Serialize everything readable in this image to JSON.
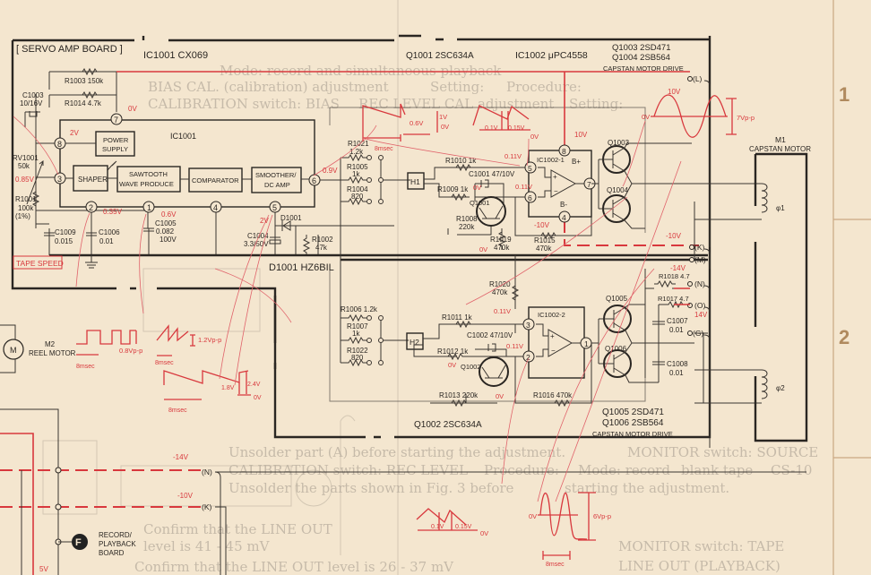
{
  "title": "[ SERVO AMP BOARD ]",
  "parts": {
    "ic1001": "IC1001 CX069",
    "q1001": "Q1001 2SC634A",
    "ic1002": "IC1002 μPC4558",
    "q1003": "Q1003 2SD471",
    "q1004": "Q1004 2SB564",
    "drive_top": "CAPSTAN MOTOR DRIVE",
    "q1002": "Q1002 2SC634A",
    "q1005": "Q1005 2SD471",
    "q1006": "Q1006 2SB564",
    "drive_bottom": "CAPSTAN MOTOR DRIVE",
    "d1001": "D1001 HZ6BIL"
  },
  "ic1001": {
    "label": "IC1001",
    "power": [
      "POWER",
      "SUPPLY"
    ],
    "shaper": "SHAPER",
    "sawtooth": [
      "SAWTOOTH",
      "WAVE  PRODUCE"
    ],
    "comparator": "COMPARATOR",
    "smoother": [
      "SMOOTHER/",
      "DC AMP"
    ],
    "pins": [
      "7",
      "8",
      "3",
      "2",
      "1",
      "4",
      "5",
      "6"
    ]
  },
  "components": {
    "r1003": "R1003 150k",
    "r1014": "R1014 4.7k",
    "c1003": [
      "C1003",
      "10/16V"
    ],
    "rv1001": [
      "RV1001",
      "50k"
    ],
    "r1001": [
      "R1001",
      "100k",
      "(1%)"
    ],
    "c1009": [
      "C1009",
      "0.015"
    ],
    "c1006": [
      "C1006",
      "0.01"
    ],
    "c1005": [
      "C1005",
      "0.082",
      "100V"
    ],
    "c1004": [
      "C1004",
      "3.3/50V"
    ],
    "d1001": "D1001",
    "r1002": [
      "R1002",
      "47k"
    ],
    "r1021": [
      "R1021",
      "1.2k"
    ],
    "r1005": [
      "R1005",
      "1k"
    ],
    "r1004": [
      "R1004",
      "820"
    ],
    "h1": "H1",
    "r1010": "R1010 1k",
    "c1001": "C1001 47/10V",
    "r1009": "R1009 1k",
    "q1001": "Q1001",
    "r1008": [
      "R1008",
      "220k"
    ],
    "r1019": [
      "R1019",
      "470k"
    ],
    "r1015": [
      "R1015",
      "470k"
    ],
    "ic1002_1": "IC1002-1",
    "bplus": "B+",
    "bminus": "B-",
    "ic1002_1_pins": [
      "8",
      "5",
      "6",
      "7",
      "4"
    ],
    "q1003": "Q1003",
    "q1004": "Q1004",
    "r1020": [
      "R1020",
      "470k"
    ],
    "r1006": "R1006 1.2k",
    "r1007": [
      "R1007",
      "1k"
    ],
    "r1022": [
      "R1022",
      "820"
    ],
    "h2": "H2",
    "r1011": "R1011 1k",
    "c1002": "C1002 47/10V",
    "r1012": "R1012 1k",
    "q1002": "Q1002",
    "r1013": "R1013 220k",
    "r1016": "R1016 470k",
    "ic1002_2": "IC1002-2",
    "ic1002_2_pins": [
      "3",
      "2",
      "1"
    ],
    "q1005": "Q1005",
    "q1006": "Q1006",
    "r1018": "R1018 4.7",
    "r1017": "R1017 4.7",
    "c1007": [
      "C1007",
      "0.01"
    ],
    "c1008": [
      "C1008",
      "0.01"
    ],
    "m1": [
      "M1",
      "CAPSTAN MOTOR"
    ],
    "phi1": "φ1",
    "phi2": "φ2",
    "m2": [
      "M2",
      "REEL MOTOR"
    ],
    "m2_symbol": "M",
    "board_f": "F",
    "board_f_label": [
      "RECORD/",
      "PLAYBACK",
      "BOARD"
    ],
    "tape_speed": "TAPE SPEED"
  },
  "connectors": {
    "L": "(L)",
    "K": "(K)",
    "M": "(M)",
    "N": "(N)",
    "O": "(O)",
    "G": "(G)",
    "N2": "(N)",
    "K2": "(K)"
  },
  "voltages": {
    "pin7": "0V",
    "pin8": "2V",
    "pin3": "0.85V",
    "pin2": "0.35V",
    "pin1": "0.6V",
    "pin5": "2V",
    "pin6": "0.9V",
    "q1_in5": "0.11V",
    "q1_in6": "0.11V",
    "q1001_b": "0V",
    "q1001_e": "0V",
    "b_plus": "10V",
    "b_minus": "-10V",
    "rail_k": "-10V",
    "rail_l": "10V",
    "rail_n": "-14V",
    "rail_o": "14V",
    "q2_in3": "0.11V",
    "q2_in2": "0.11V",
    "q1002_b": "0V",
    "q1002_e": "0V",
    "bus_n": "-14V",
    "bus_k": "-10V",
    "bus_5v": "5V"
  },
  "waveforms": {
    "saw1": {
      "period": "8msec",
      "low": "0.6V",
      "high": "1V",
      "zero": "0V"
    },
    "saw2": {
      "low": "0.1V",
      "high": "0.15V",
      "zero": "0V"
    },
    "sine1": {
      "zero": "0V",
      "amp": "7Vp-p"
    },
    "square": {
      "period": "8msec",
      "amp": "0.8Vp-p"
    },
    "saw3": {
      "period": "8msec",
      "amp": "1.2Vp-p"
    },
    "saw4": {
      "period": "8msec",
      "low": "1.8V",
      "high": "2.4V",
      "zero": "0V"
    },
    "saw5": {
      "low": "0.1V",
      "high": "0.15V",
      "zero": "0V"
    },
    "sine2": {
      "zero": "0V",
      "amp": "6Vp-p",
      "period": "8msec"
    }
  },
  "margin": {
    "zone1": "1",
    "zone2": "2"
  },
  "bleed_through": [
    "BIAS CAL. (calibration) adjustment",
    "Setting:",
    "CALIBRATION switch: BIAS",
    "Procedure:",
    "Unsolder part (A) before starting the adjustment.",
    "REC LEVEL CAL adjustment",
    "Setting:",
    "CALIBRATION switch: REC LEVEL",
    "Procedure:",
    "Unsolder the parts shown in Fig. 3 before",
    "starting the adjustment.",
    "Mode: record",
    "MONITOR switch: SOURCE",
    "Mode: record and simultaneous playback",
    "MONITOR switch: TAPE",
    "blank tape",
    "CS-10",
    "Confirm that the LINE OUT level is 26 - 37 mV",
    "Confirm that the LINE OUT level is 41 - 45 mV",
    "LINE OUT (PLAYBACK)"
  ]
}
